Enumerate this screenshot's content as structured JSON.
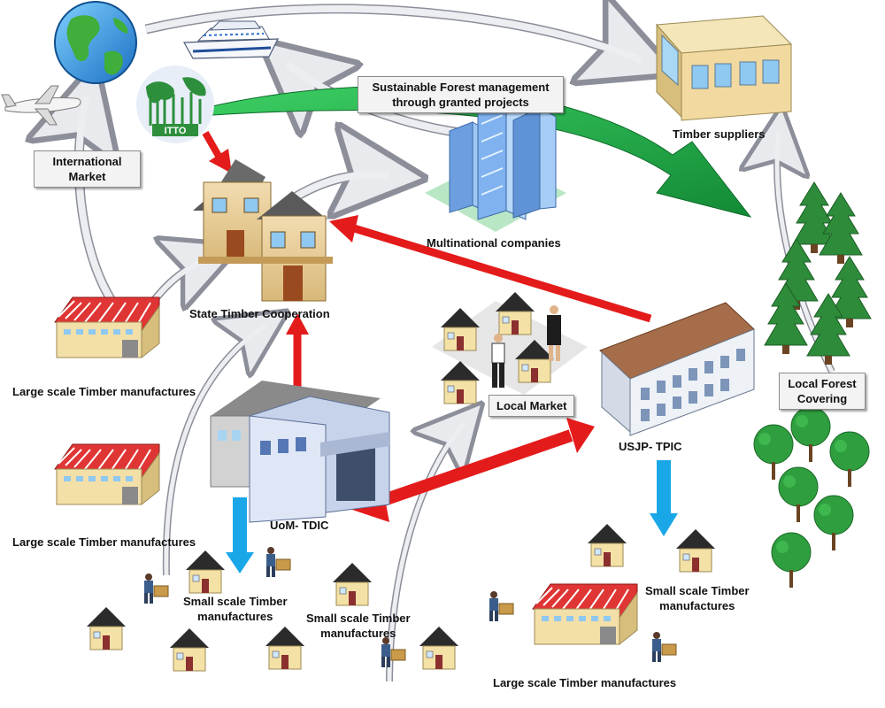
{
  "labels": {
    "international_market": [
      "International",
      "Market"
    ],
    "sfm_projects": [
      "Sustainable Forest management",
      "through granted projects"
    ],
    "timber_suppliers": "Timber suppliers",
    "multinational": "Multinational companies",
    "state_timber": "State Timber Cooperation",
    "large_scale_1": "Large scale Timber manufactures",
    "large_scale_2": "Large scale Timber manufactures",
    "large_scale_3": "Large scale Timber manufactures",
    "local_market": "Local Market",
    "local_forest": [
      "Local Forest",
      "Covering"
    ],
    "usjp": "USJP- TPIC",
    "uom": "UoM- TDIC",
    "small_scale_1": [
      "Small scale Timber",
      "manufactures"
    ],
    "small_scale_2": [
      "Small scale Timber",
      "manufactures"
    ],
    "small_scale_3": [
      "Small scale Timber",
      "manufactures"
    ],
    "itto": "ITTO"
  },
  "colors": {
    "red_arrow": "#e41b1b",
    "green_arrow": "#22b04b",
    "blue_arrow": "#1aa7e8",
    "grey_arrow": "#e9eaee"
  }
}
